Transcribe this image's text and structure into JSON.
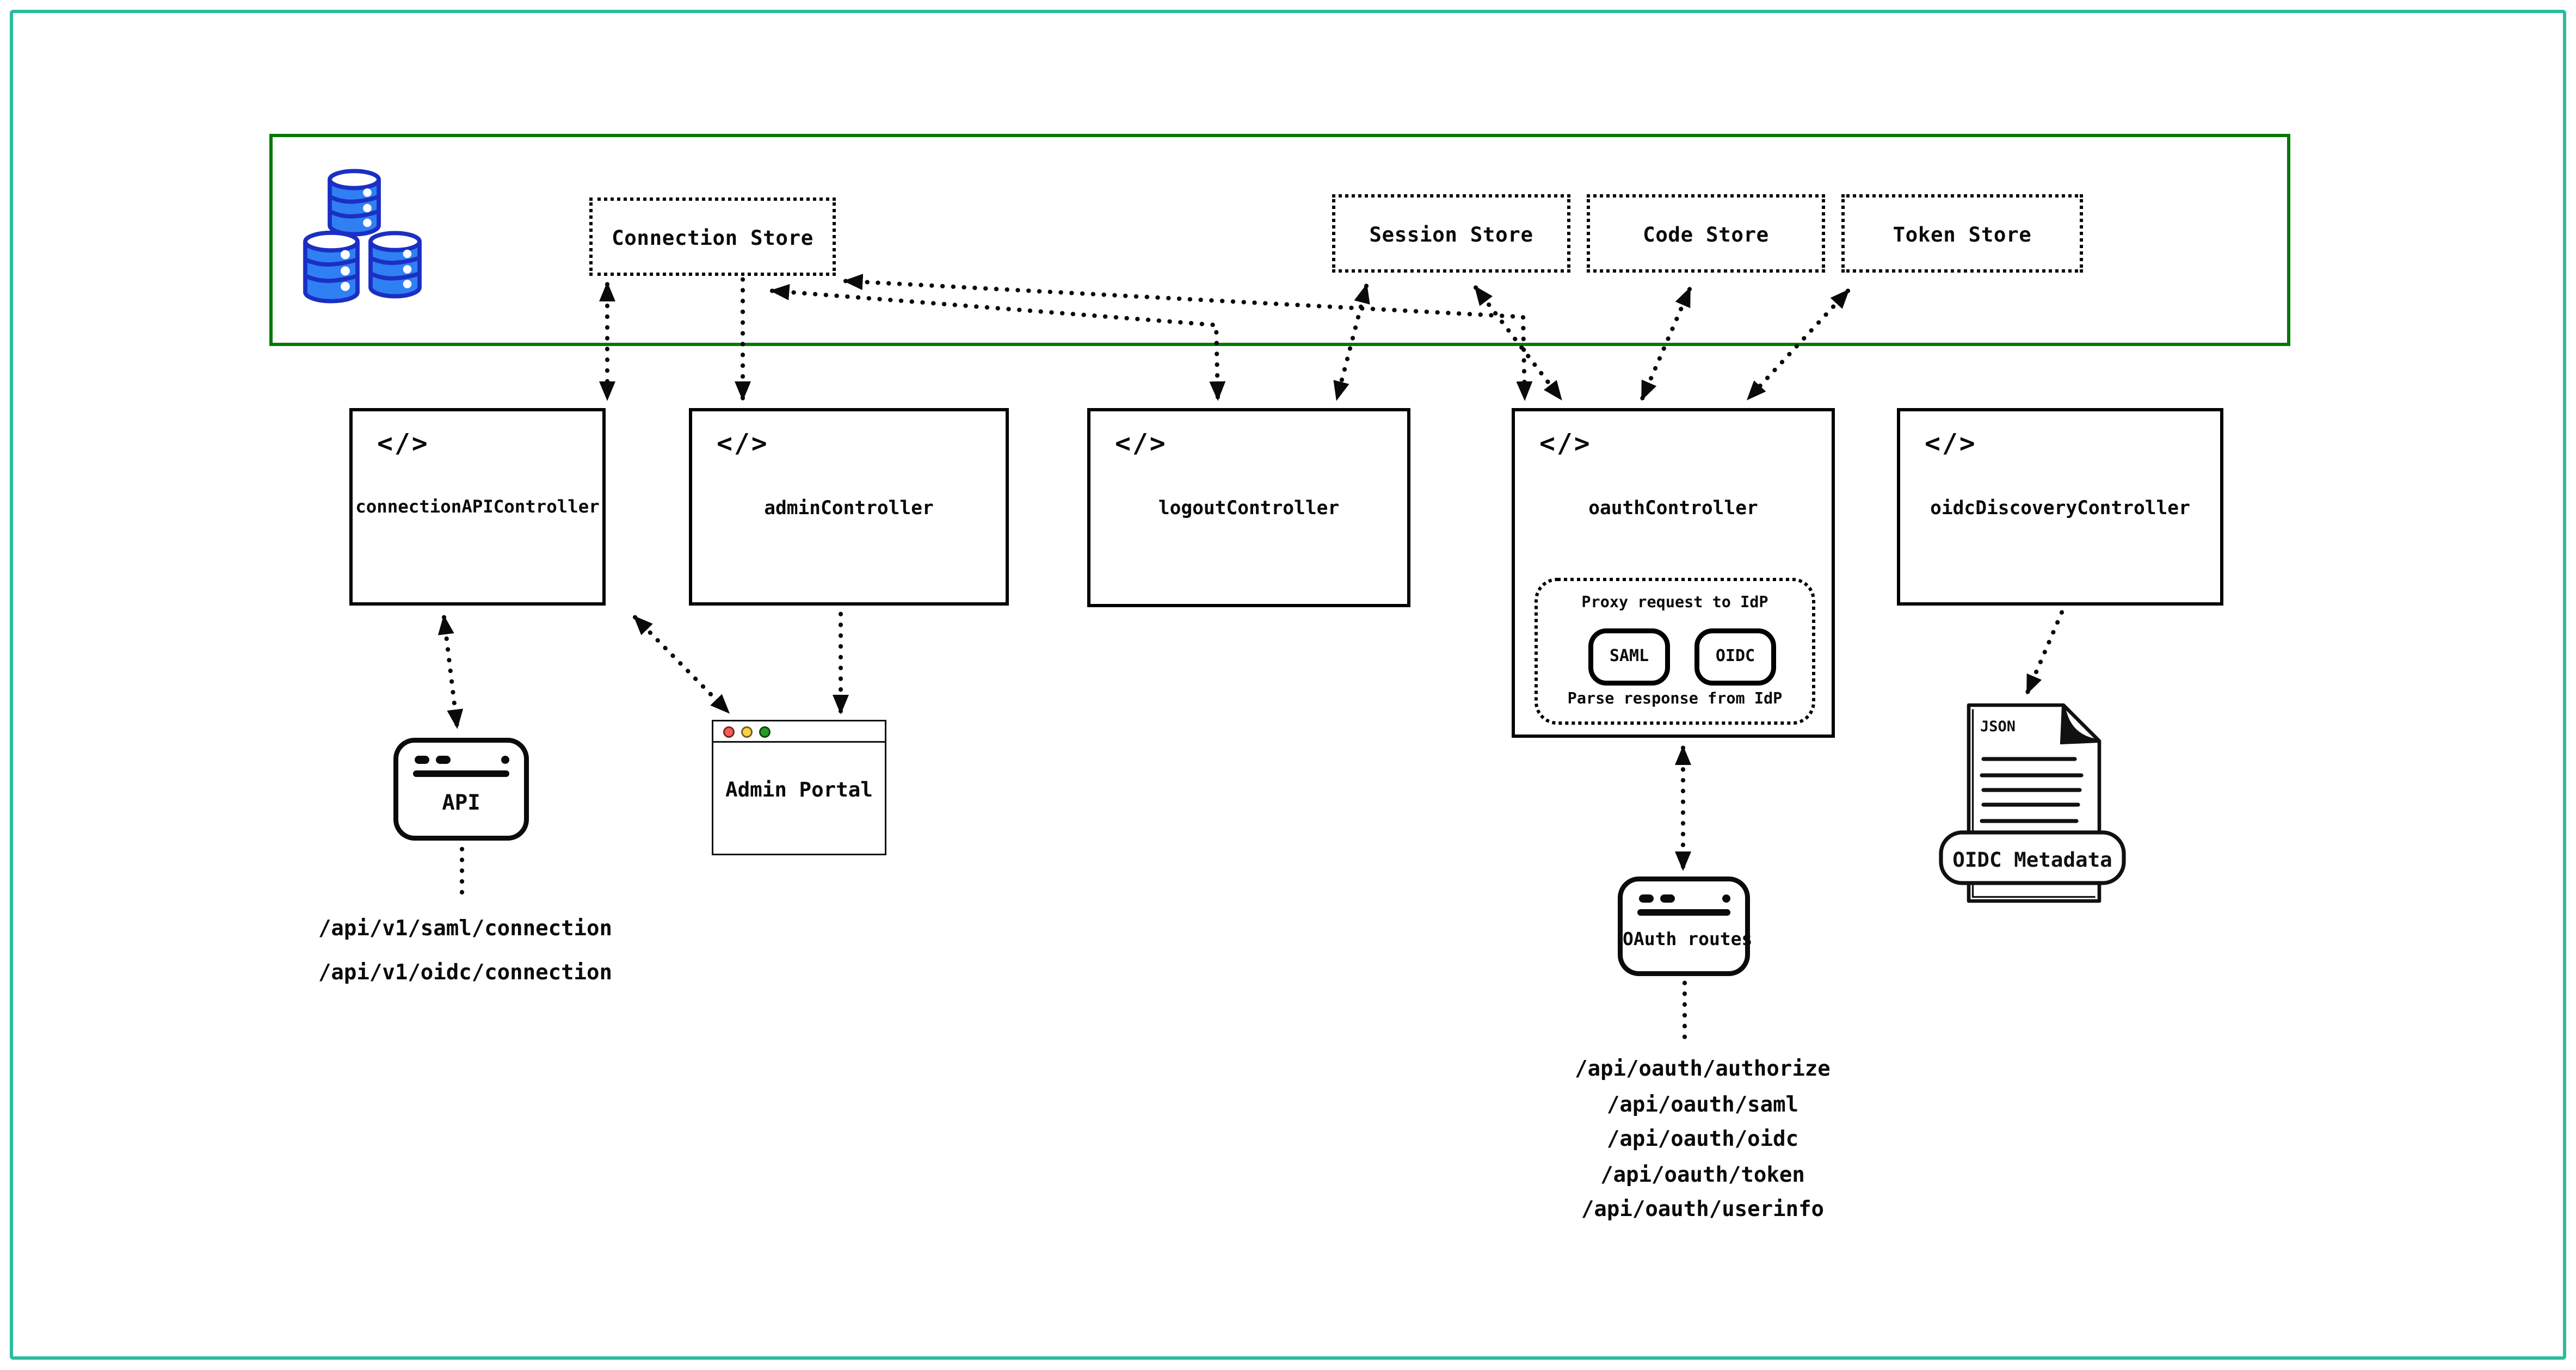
{
  "diagram": {
    "stores": [
      {
        "id": "connection-store",
        "label": "Connection Store"
      },
      {
        "id": "session-store",
        "label": "Session Store"
      },
      {
        "id": "code-store",
        "label": "Code Store"
      },
      {
        "id": "token-store",
        "label": "Token Store"
      }
    ],
    "controllers": [
      {
        "id": "connection-api-controller",
        "label": "connectionAPIController",
        "icon": "</>"
      },
      {
        "id": "admin-controller",
        "label": "adminController",
        "icon": "</>"
      },
      {
        "id": "logout-controller",
        "label": "logoutController",
        "icon": "</>"
      },
      {
        "id": "oauth-controller",
        "label": "oauthController",
        "icon": "</>"
      },
      {
        "id": "oidc-discovery-controller",
        "label": "oidcDiscoveryController",
        "icon": "</>"
      }
    ],
    "oauth_internals": {
      "proxy_label": "Proxy request to IdP",
      "saml_label": "SAML",
      "oidc_label": "OIDC",
      "parse_label": "Parse response from IdP"
    },
    "widgets": {
      "api_label": "API",
      "admin_portal_label": "Admin Portal",
      "oauth_routes_label": "OAuth routes",
      "json_doc_label": "JSON",
      "oidc_metadata_label": "OIDC Metadata"
    },
    "api_endpoints": [
      "/api/v1/saml/connection",
      "/api/v1/oidc/connection"
    ],
    "oauth_endpoints": [
      "/api/oauth/authorize",
      "/api/oauth/saml",
      "/api/oauth/oidc",
      "/api/oauth/token",
      "/api/oauth/userinfo"
    ],
    "colors": {
      "outer_border": "#2ABB9C",
      "zone_border": "#067806",
      "line": "#0a0a0a",
      "db_fill": "#2F80F2",
      "db_stroke": "#1B2FC4",
      "traffic_red": "#FA5D55",
      "traffic_yellow": "#FBD14B",
      "traffic_green": "#259B24"
    }
  }
}
